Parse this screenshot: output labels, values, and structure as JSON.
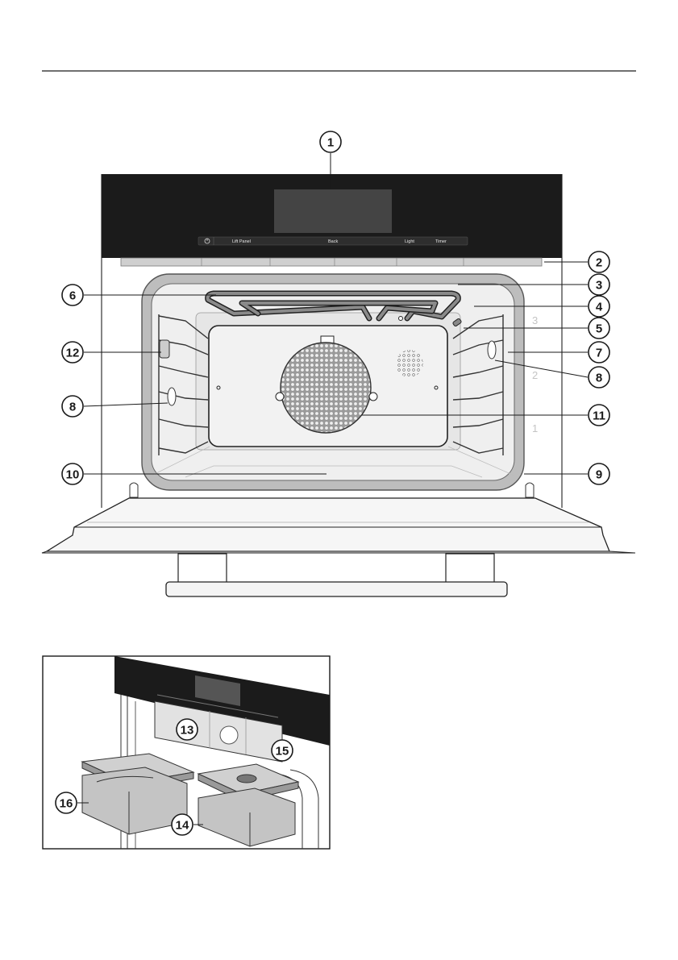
{
  "control_panel": {
    "labels": [
      "Lift Panel",
      "Back",
      "Light",
      "Timer"
    ],
    "power_symbol": "power-icon"
  },
  "shelf_levels": [
    "3",
    "2",
    "1"
  ],
  "callouts": [
    "1",
    "2",
    "3",
    "4",
    "5",
    "6",
    "7",
    "8",
    "9",
    "10",
    "11",
    "12",
    "13",
    "14",
    "15",
    "16"
  ],
  "colors": {
    "panel": "#1b1b1b",
    "display": "#444444",
    "seal": "#bdbdbd",
    "cavity": "#efefef",
    "line": "#1a1a1a"
  }
}
